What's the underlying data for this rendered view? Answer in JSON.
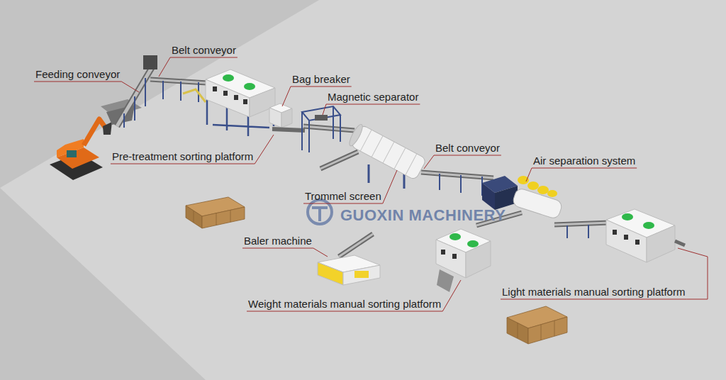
{
  "diagram": {
    "labels": [
      "Feeding conveyor",
      "Belt conveyor",
      "Bag breaker",
      "Magnetic separator",
      "Pre-treatment sorting platform",
      "Belt conveyor",
      "Air separation system",
      "Trommel screen",
      "Baler machine",
      "Weight materials manual sorting platform",
      "Light materials manual sorting platform",
      "GUOXIN MACHINERY"
    ]
  }
}
